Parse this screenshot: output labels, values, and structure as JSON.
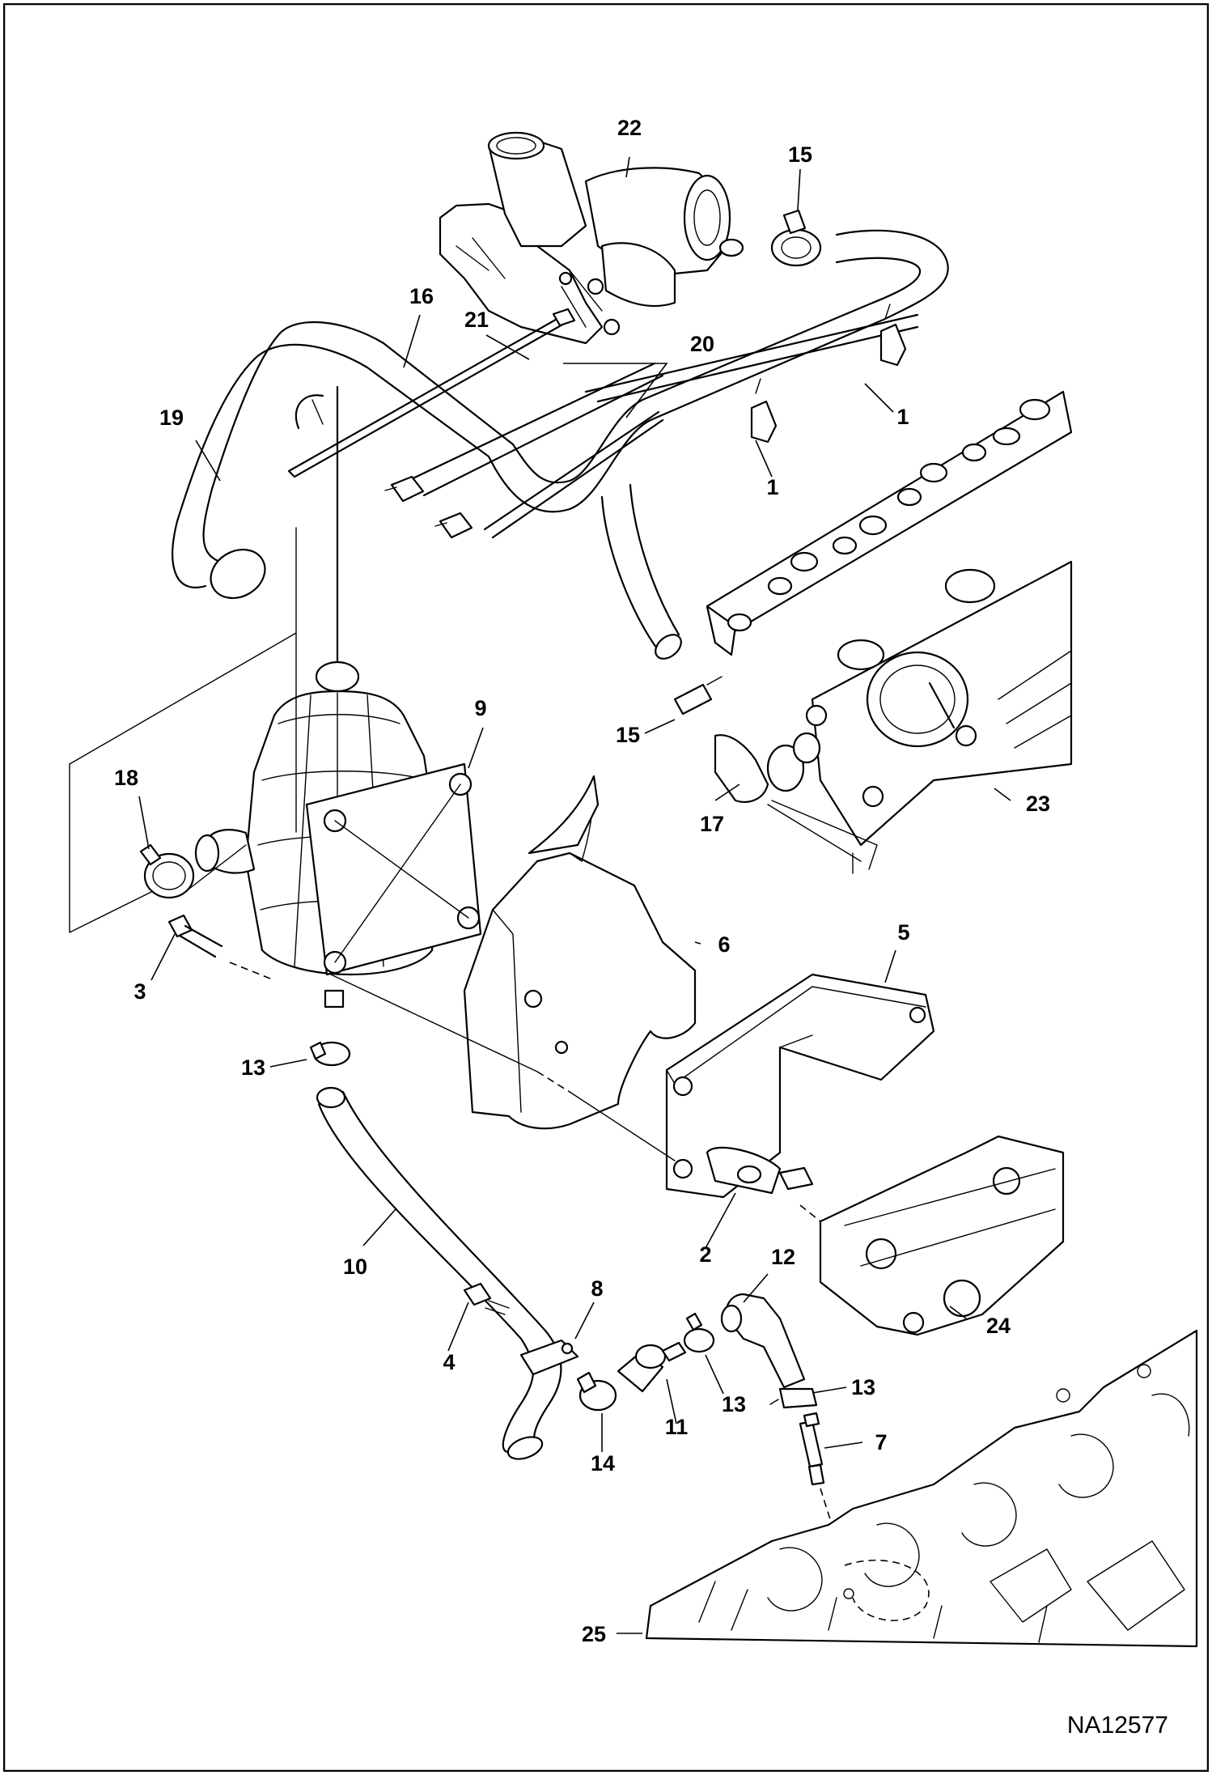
{
  "figure_id": "NA12577",
  "callouts": [
    {
      "label": "1",
      "part": "clip"
    },
    {
      "label": "1",
      "part": "clip"
    },
    {
      "label": "2",
      "part": "nut"
    },
    {
      "label": "3",
      "part": "bolt"
    },
    {
      "label": "4",
      "part": "bolt"
    },
    {
      "label": "5",
      "part": "bracket"
    },
    {
      "label": "6",
      "part": "heat-shield"
    },
    {
      "label": "7",
      "part": "fitting"
    },
    {
      "label": "8",
      "part": "hose-clamp-bracket"
    },
    {
      "label": "9",
      "part": "separator"
    },
    {
      "label": "10",
      "part": "drain-hose"
    },
    {
      "label": "11",
      "part": "check-valve"
    },
    {
      "label": "12",
      "part": "elbow-hose"
    },
    {
      "label": "13",
      "part": "hose-clamp"
    },
    {
      "label": "13",
      "part": "hose-clamp"
    },
    {
      "label": "13",
      "part": "hose-clamp"
    },
    {
      "label": "14",
      "part": "hose-clamp"
    },
    {
      "label": "15",
      "part": "hose-clamp"
    },
    {
      "label": "15",
      "part": "hose-clamp"
    },
    {
      "label": "16",
      "part": "breather-hose"
    },
    {
      "label": "17",
      "part": "elbow-fitting"
    },
    {
      "label": "18",
      "part": "hose-clamp"
    },
    {
      "label": "19",
      "part": "hose"
    },
    {
      "label": "20",
      "part": "cable-ties"
    },
    {
      "label": "21",
      "part": "cable-tie"
    },
    {
      "label": "22",
      "part": "turbocharger"
    },
    {
      "label": "23",
      "part": "valve-cover"
    },
    {
      "label": "24",
      "part": "manifold"
    },
    {
      "label": "25",
      "part": "engine-block"
    }
  ]
}
